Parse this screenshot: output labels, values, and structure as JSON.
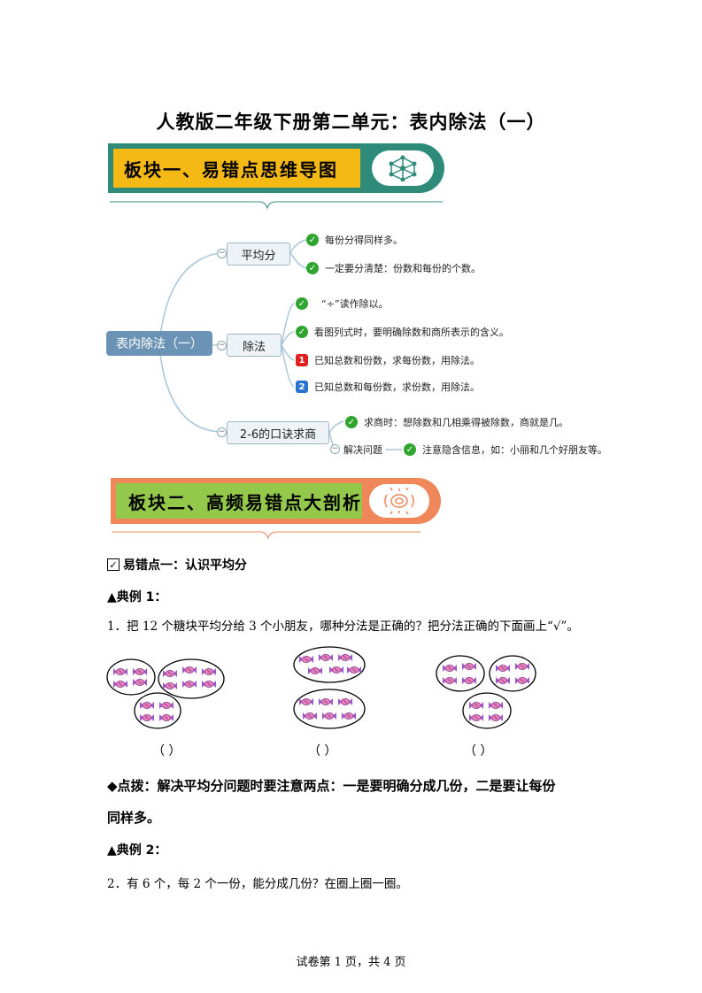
{
  "title": "人教版二年级下册第二单元：表内除法（一）",
  "banner1": {
    "text": "板块一、易错点思维导图",
    "bg_color": "#2e8b7a",
    "inner_color": "#f5b915"
  },
  "mindmap": {
    "root": "表内除法（一）",
    "branches": [
      {
        "label": "平均分",
        "items": [
          "每份分得同样多。",
          "一定要分清楚：份数和每份的个数。"
        ]
      },
      {
        "label": "除法",
        "items": [
          "“÷”读作除以。",
          "看图列式时，要明确除数和商所表示的含义。",
          "已知总数和份数，求每份数，用除法。",
          "已知总数和每份数，求份数，用除法。"
        ],
        "badges": [
          "1",
          "2"
        ]
      },
      {
        "label": "2-6的口诀求商",
        "items": [
          "求商时：想除数和几相乘得被除数，商就是几。"
        ],
        "sub_label": "解决问题",
        "sub_item": "注意隐含信息，如：小丽和几个好朋友等。"
      }
    ]
  },
  "banner2": {
    "text": "板块二、高频易错点大剖析",
    "bg_color": "#f0875a",
    "inner_color": "#93c84a"
  },
  "point1": {
    "checkbox": "✓",
    "heading": "易错点一：认识平均分"
  },
  "example1": {
    "label": "▲典例 1：",
    "question": "1．把 12 个糖块平均分给 3 个小朋友，哪种分法是正确的？把分法正确的下面画上“√”。",
    "answers": [
      "（      ）",
      "（      ）",
      "（      ）"
    ]
  },
  "tip": {
    "line1": "◆点拨：解决平均分问题时要注意两点：一是要明确分成几份，二是要让每份",
    "line2": "同样多。"
  },
  "example2": {
    "label": "▲典例 2：",
    "question": "2．有 6 个，每 2 个一份，能分成几份？在圈上圈一圈。"
  },
  "footer": "试卷第 1 页，共 4 页"
}
